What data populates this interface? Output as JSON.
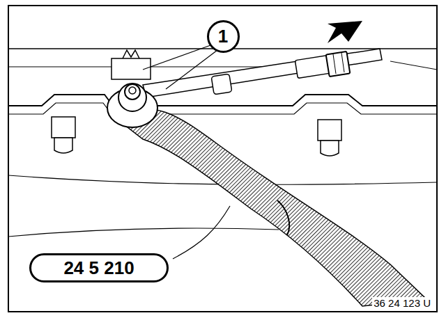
{
  "diagram": {
    "nodes": [
      {
        "text": [
          "1"
        ]
      },
      {
        "text": [
          "24 5 210"
        ]
      }
    ],
    "labels": [
      "36 24 123 U"
    ]
  }
}
